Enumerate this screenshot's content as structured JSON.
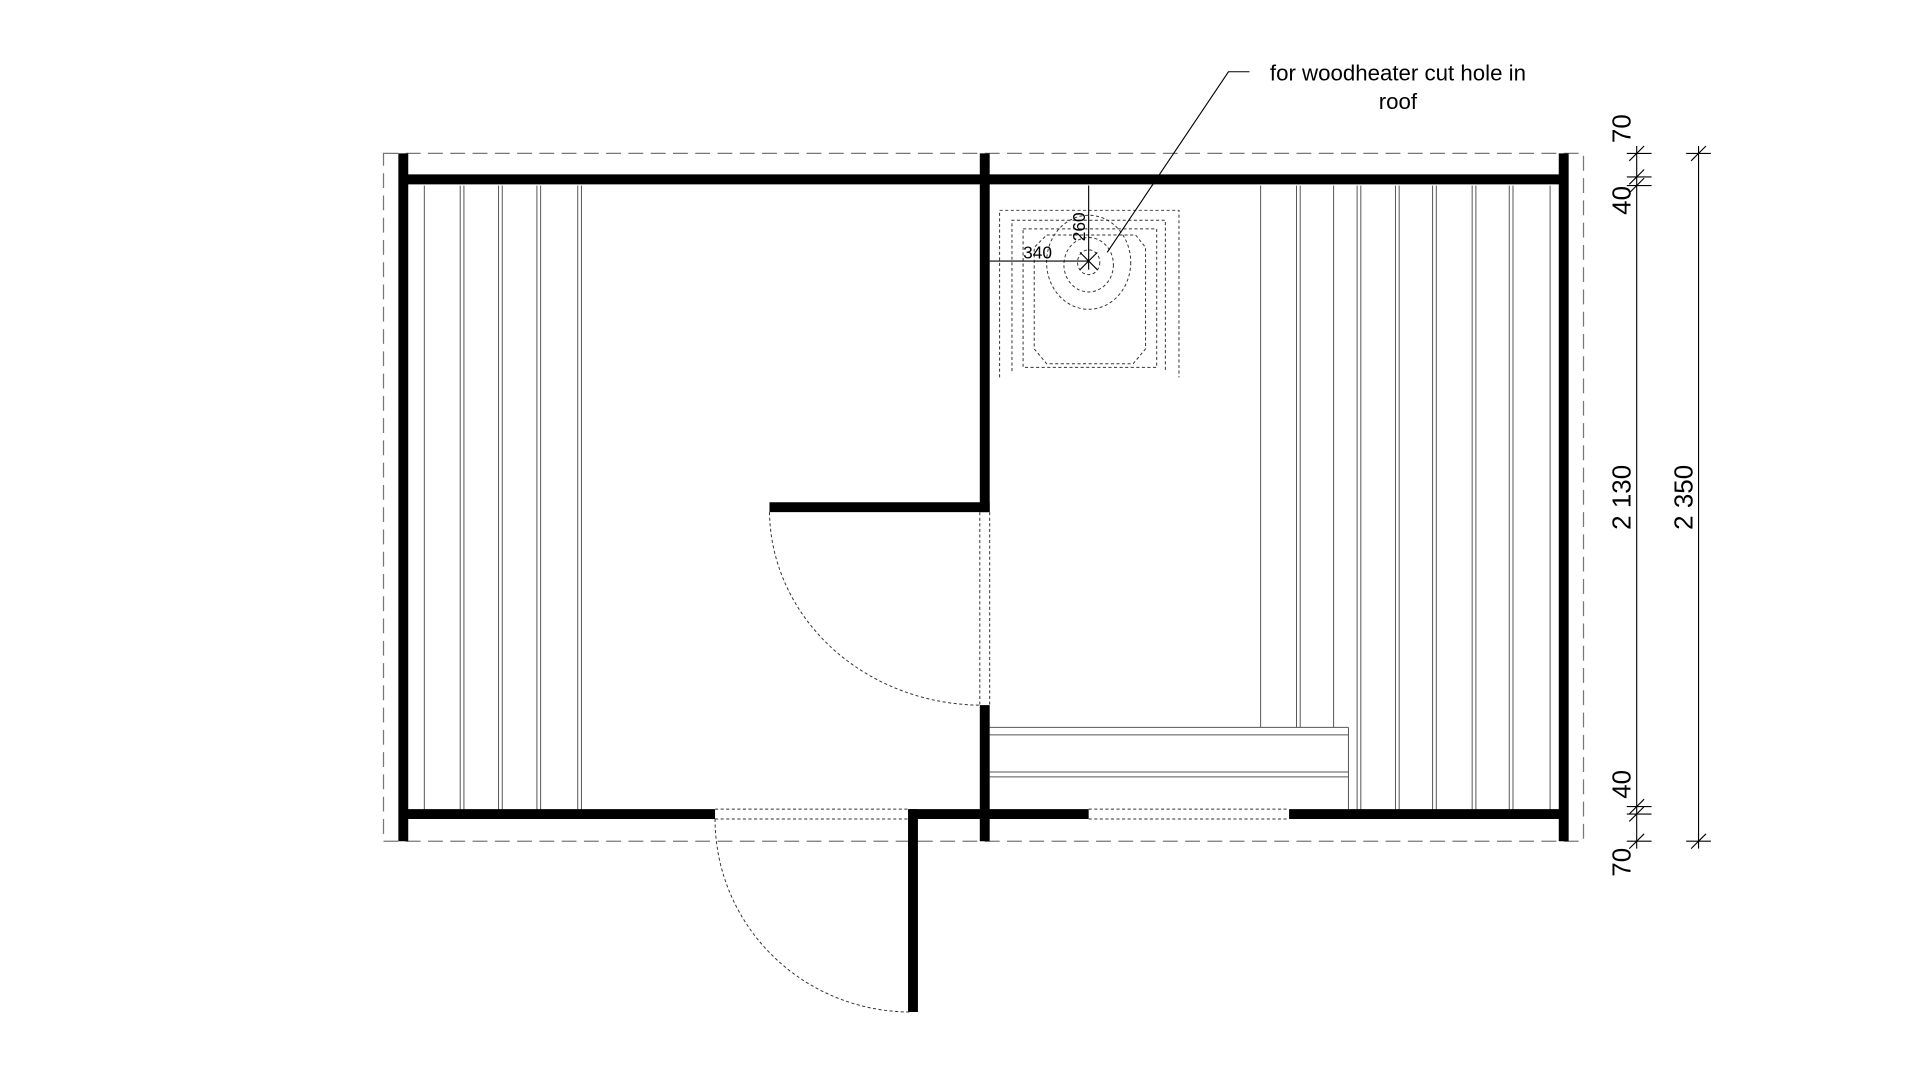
{
  "annotation": {
    "line1": "for woodheater cut hole in",
    "line2": "roof"
  },
  "heater_dimensions": {
    "horizontal": "340",
    "vertical": "260"
  },
  "right_dimensions": {
    "top_outer": "70",
    "top_inner": "40",
    "inner_span": "2 130",
    "bottom_inner": "40",
    "bottom_outer": "70",
    "total": "2 350"
  }
}
